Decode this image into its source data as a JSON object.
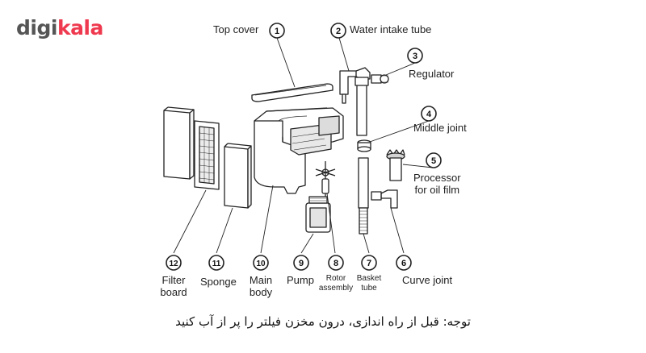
{
  "logo": {
    "part1": "digi",
    "part2": "kala"
  },
  "parts": [
    {
      "num": "1",
      "label": "Top cover"
    },
    {
      "num": "2",
      "label": "Water intake tube"
    },
    {
      "num": "3",
      "label": "Regulator"
    },
    {
      "num": "4",
      "label": "Middle joint"
    },
    {
      "num": "5",
      "label": "Processor\nfor oil film"
    },
    {
      "num": "6",
      "label": "Curve joint"
    },
    {
      "num": "7",
      "label": "Basket\ntube"
    },
    {
      "num": "8",
      "label": "Rotor\nassembly"
    },
    {
      "num": "9",
      "label": "Pump"
    },
    {
      "num": "10",
      "label": "Main\nbody"
    },
    {
      "num": "11",
      "label": "Sponge"
    },
    {
      "num": "12",
      "label": "Filter\nboard"
    }
  ],
  "note": "توجه: قبل از راه اندازی، درون مخزن فیلتر را پر از آب کنید"
}
